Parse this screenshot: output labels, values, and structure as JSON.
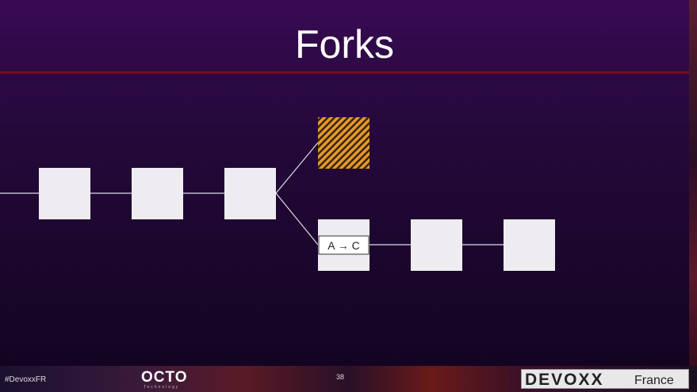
{
  "slide": {
    "title": "Forks",
    "transaction_label": "A → C",
    "page_number": "38"
  },
  "footer": {
    "hashtag": "#DevoxxFR",
    "octo_logo_text": "OCTO",
    "octo_logo_sub": "Technology",
    "devoxx_logo_word": "DEVOXX",
    "devoxx_logo_country": "France"
  },
  "colors": {
    "block_fill": "#eeecf0",
    "orphan_block_fill": "#e39a2c",
    "orphan_block_stripe": "#3a2208",
    "title_rule": "#7a0e1e",
    "background": "#230838"
  }
}
